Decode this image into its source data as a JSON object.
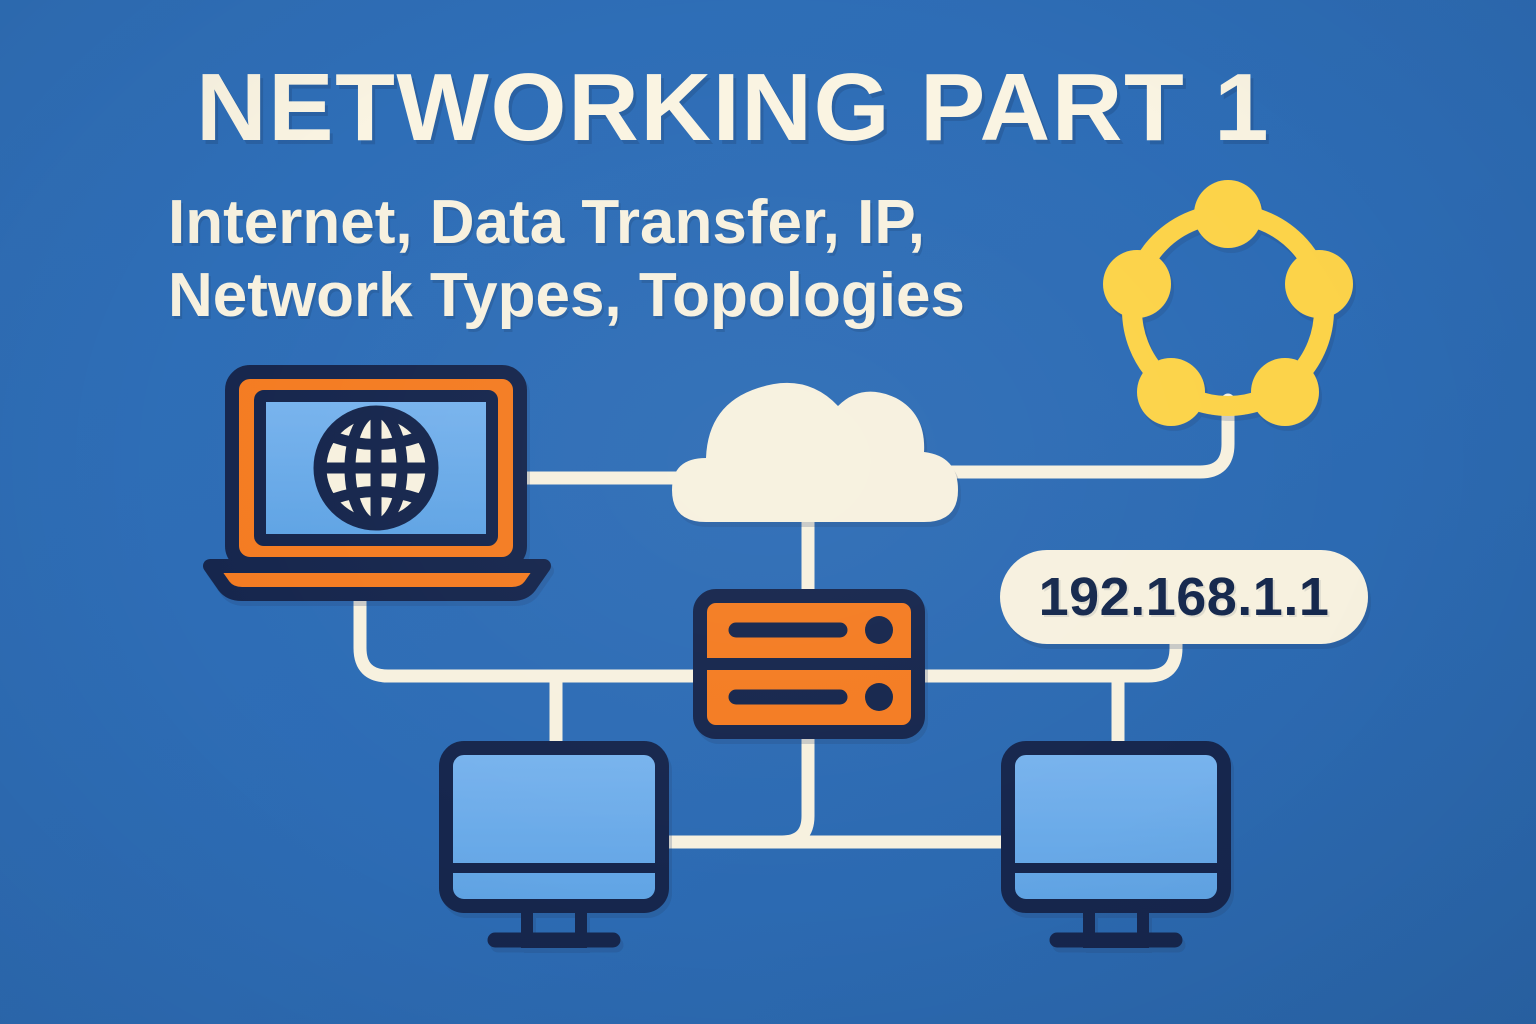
{
  "poster": {
    "title": "NETWORKING PART 1",
    "subtitle_lines": [
      "Internet, Data Transfer, IP,",
      "Network Types, Topologies"
    ],
    "background_color": "#2d6cb5"
  },
  "palette": {
    "background": "#2d6cb5",
    "cream": "#f7f1df",
    "orange": "#f47b20",
    "navy": "#15284d",
    "screen_blue": "#6fadeb",
    "yellow": "#fcd34a",
    "line": "#f7f1df"
  },
  "nodes": {
    "laptop": {
      "name": "laptop-with-globe",
      "icon": "laptop-icon",
      "screen_icon": "globe-icon",
      "body_color": "#f47b20",
      "screen_color": "#6fadeb",
      "outline_color": "#15284d"
    },
    "cloud": {
      "name": "internet-cloud",
      "icon": "cloud-icon",
      "color": "#f7f1df"
    },
    "server": {
      "name": "server-router",
      "icon": "server-icon",
      "color": "#f47b20",
      "outline_color": "#15284d",
      "bays": 2
    },
    "ring_topology": {
      "name": "ring-topology",
      "icon": "ring-topology-icon",
      "color": "#fcd34a",
      "node_count": 5
    },
    "monitor_left": {
      "name": "desktop-monitor-left",
      "icon": "monitor-icon",
      "screen_color": "#6fadeb",
      "outline_color": "#15284d"
    },
    "monitor_right": {
      "name": "desktop-monitor-right",
      "icon": "monitor-icon",
      "screen_color": "#6fadeb",
      "outline_color": "#15284d"
    }
  },
  "ip_badge": {
    "name": "ip-address-badge",
    "value": "192.168.1.1",
    "background_color": "#f7f1df",
    "text_color": "#15284d"
  },
  "connections": [
    {
      "from": "laptop",
      "to": "cloud"
    },
    {
      "from": "cloud",
      "to": "ring_topology"
    },
    {
      "from": "cloud",
      "to": "server"
    },
    {
      "from": "laptop",
      "to": "server"
    },
    {
      "from": "laptop-branch",
      "to": "monitor_left"
    },
    {
      "from": "server",
      "to": "ip_badge"
    },
    {
      "from": "server-right-branch",
      "to": "monitor_right"
    },
    {
      "from": "server",
      "to": "monitor-bus"
    },
    {
      "from": "monitor_left",
      "to": "monitor_right"
    }
  ]
}
